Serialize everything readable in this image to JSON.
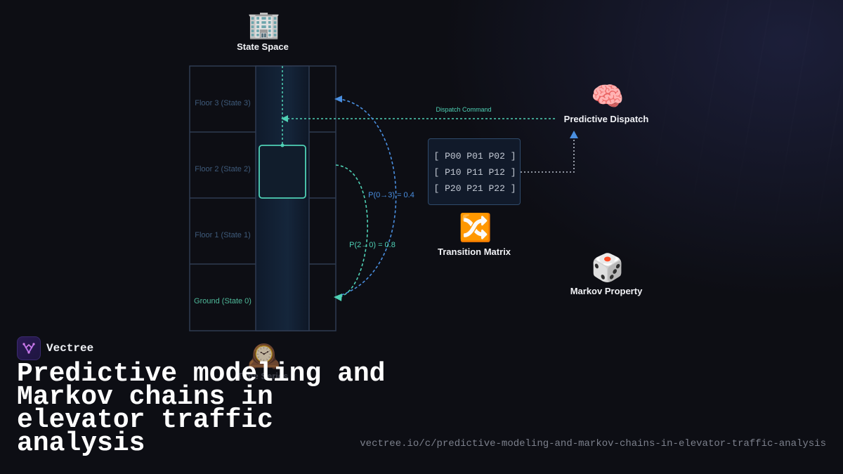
{
  "nodes": {
    "state_space": {
      "icon": "🏢",
      "icon_name": "office-building-icon",
      "label": "State Space"
    },
    "predictive_dispatch": {
      "icon": "🧠",
      "icon_name": "brain-icon",
      "label": "Predictive Dispatch"
    },
    "transition_matrix": {
      "icon": "🔀",
      "icon_name": "shuffle-icon",
      "label": "Transition Matrix"
    },
    "markov_property": {
      "icon": "🎲",
      "icon_name": "die-icon",
      "label": "Markov Property"
    },
    "time_series": {
      "icon": "🕰️",
      "icon_name": "mantelpiece-clock-icon",
      "label": "Time Series"
    }
  },
  "floors": [
    {
      "label": "Floor 3 (State 3)"
    },
    {
      "label": "Floor 2 (State 2)"
    },
    {
      "label": "Floor 1 (State 1)"
    },
    {
      "label": "Ground (State 0)"
    }
  ],
  "matrix": {
    "rows": [
      "[ P00 P01 P02 ]",
      "[ P10 P11 P12 ]",
      "[ P20 P21 P22 ]"
    ]
  },
  "edges": {
    "dispatch_command": "Dispatch Command",
    "p_0_to_3": "P(0→3) = 0.4",
    "p_2_to_0": "P(2→0) = 0.8"
  },
  "brand": {
    "name": "Vectree"
  },
  "title": "Predictive modeling and Markov chains in elevator traffic analysis",
  "url": "vectree.io/c/predictive-modeling-and-markov-chains-in-elevator-traffic-analysis",
  "colors": {
    "teal": "#4fd1b5",
    "blue": "#4a8fe0",
    "grid": "#2e3b52",
    "shaft": "#142033"
  }
}
